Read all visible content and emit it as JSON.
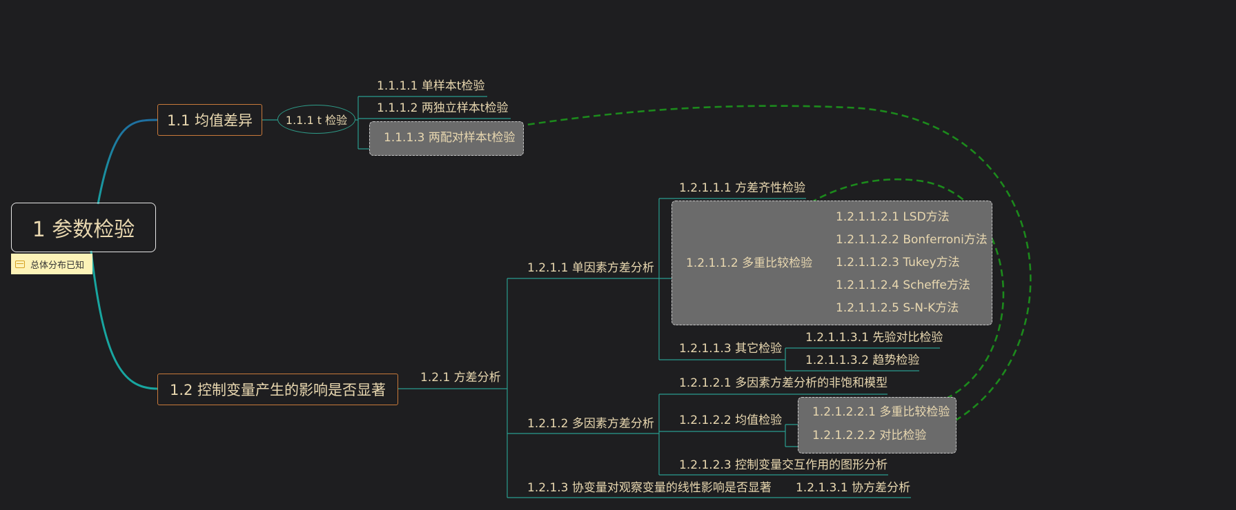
{
  "root": {
    "label": "1 参数检验",
    "note": "总体分布已知"
  },
  "topic_1_1": {
    "label": "1.1 均值差异"
  },
  "node_1_1_1": {
    "label": "1.1.1 t 检验"
  },
  "node_1_1_1_1": {
    "label": "1.1.1.1 单样本t检验"
  },
  "node_1_1_1_2": {
    "label": "1.1.1.2 两独立样本t检验"
  },
  "node_1_1_1_3": {
    "label": "1.1.1.3 两配对样本t检验"
  },
  "topic_1_2": {
    "label": "1.2 控制变量产生的影响是否显著"
  },
  "node_1_2_1": {
    "label": "1.2.1 方差分析"
  },
  "node_1_2_1_1": {
    "label": "1.2.1.1 单因素方差分析"
  },
  "node_1_2_1_1_1": {
    "label": "1.2.1.1.1 方差齐性检验"
  },
  "node_1_2_1_1_2": {
    "label": "1.2.1.1.2 多重比较检验"
  },
  "mc_methods": [
    "1.2.1.1.2.1 LSD方法",
    "1.2.1.1.2.2 Bonferroni方法",
    "1.2.1.1.2.3 Tukey方法",
    "1.2.1.1.2.4 Scheffe方法",
    "1.2.1.1.2.5 S-N-K方法"
  ],
  "node_1_2_1_1_3": {
    "label": "1.2.1.1.3 其它检验"
  },
  "node_1_2_1_1_3_1": {
    "label": "1.2.1.1.3.1 先验对比检验"
  },
  "node_1_2_1_1_3_2": {
    "label": "1.2.1.1.3.2 趋势检验"
  },
  "node_1_2_1_2": {
    "label": "1.2.1.2 多因素方差分析"
  },
  "node_1_2_1_2_1": {
    "label": "1.2.1.2.1 多因素方差分析的非饱和模型"
  },
  "node_1_2_1_2_2": {
    "label": "1.2.1.2.2 均值检验"
  },
  "node_1_2_1_2_2_1": {
    "label": "1.2.1.2.2.1 多重比较检验"
  },
  "node_1_2_1_2_2_2": {
    "label": "1.2.1.2.2.2 对比检验"
  },
  "node_1_2_1_2_3": {
    "label": "1.2.1.2.3 控制变量交互作用的图形分析"
  },
  "node_1_2_1_3": {
    "label": "1.2.1.3 协变量对观察变量的线性影响是否显著"
  },
  "node_1_2_1_3_1": {
    "label": "1.2.1.3.1 协方差分析"
  },
  "colors": {
    "background": "#1e1e20",
    "text": "#e9d8b0",
    "branch_teal": "#1aa6a6",
    "connector_teal": "#2a9d8f",
    "topic_border": "#c97a3a",
    "group_fill": "#6b6b6b",
    "relation_arrow": "#1c8a1c"
  }
}
